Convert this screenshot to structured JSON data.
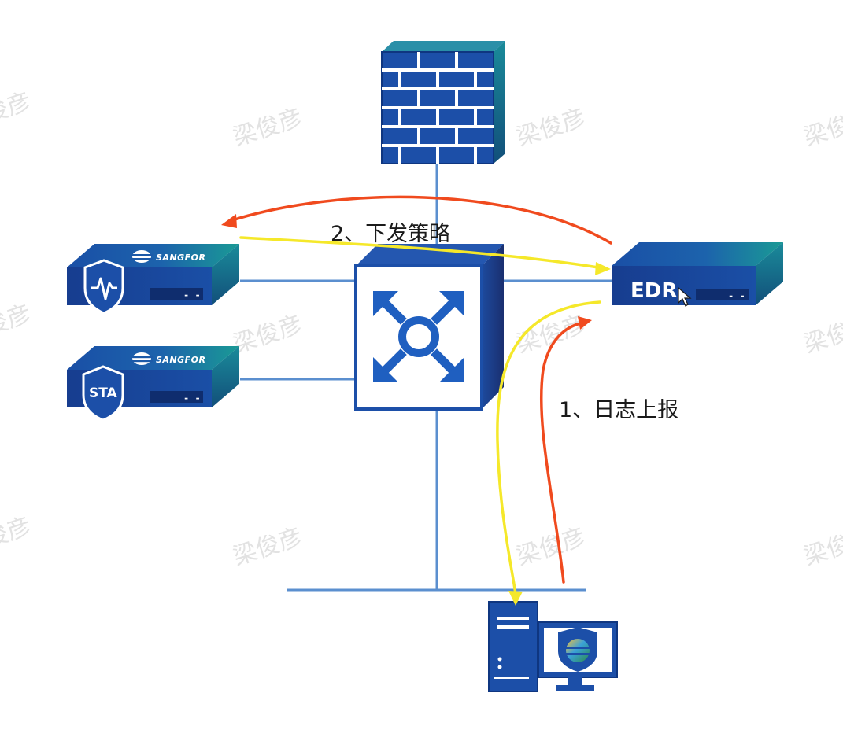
{
  "labels": {
    "step_1": "1、日志上报",
    "step_2": "2、下发策略"
  },
  "devices": {
    "edr": "EDR",
    "sta": "STA",
    "brand": "SANGFOR",
    "port_marker": "- -"
  },
  "watermark": "梁俊彦",
  "colors": {
    "device_blue": "#1c4fa8",
    "device_teal": "#1a8b9a",
    "link_line": "#5b8fcf",
    "arrow_red": "#f04a1e",
    "arrow_yellow": "#f5e82a"
  },
  "icons": {
    "firewall": "firewall-icon",
    "core_switch": "switch-icon",
    "endpoint": "pc-with-edr-agent-icon",
    "apt_device": "waveform-shield-icon",
    "sta_device": "sta-shield-icon"
  }
}
